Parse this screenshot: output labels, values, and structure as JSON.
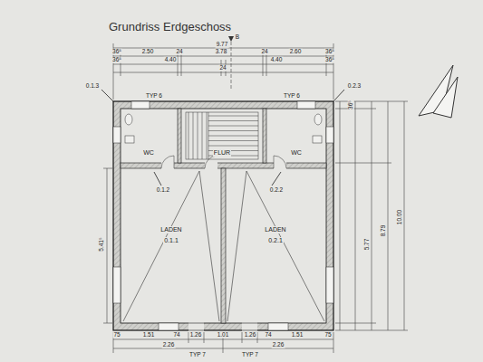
{
  "diagram": {
    "title": "Grundriss Erdgeschoss",
    "nodes": [
      {
        "text": [
          "LADEN",
          "0.1.1"
        ]
      },
      {
        "text": [
          "LADEN",
          "0.2.1"
        ]
      },
      {
        "text": [
          "WC"
        ]
      },
      {
        "text": [
          "FLUR"
        ]
      },
      {
        "text": [
          "WC"
        ]
      }
    ],
    "labels": [
      "9.77",
      "B",
      "36⁵",
      "2.50",
      "24",
      "3.78",
      "24",
      "2.60",
      "36⁵",
      "36⁵",
      "4.40",
      "24",
      "4.40",
      "36⁵",
      "0.1.3",
      "0.2.3",
      "0.1.2",
      "0.2.2",
      "TYP 6",
      "TYP 6",
      "TYP 7",
      "TYP 7",
      "75",
      "1.51",
      "74",
      "1.26",
      "1.01",
      "1.26",
      "74",
      "1.51",
      "75",
      "2.26",
      "2.26",
      "5.41⁵",
      "5.77",
      "8.79",
      "10.00",
      "36⁵"
    ]
  }
}
